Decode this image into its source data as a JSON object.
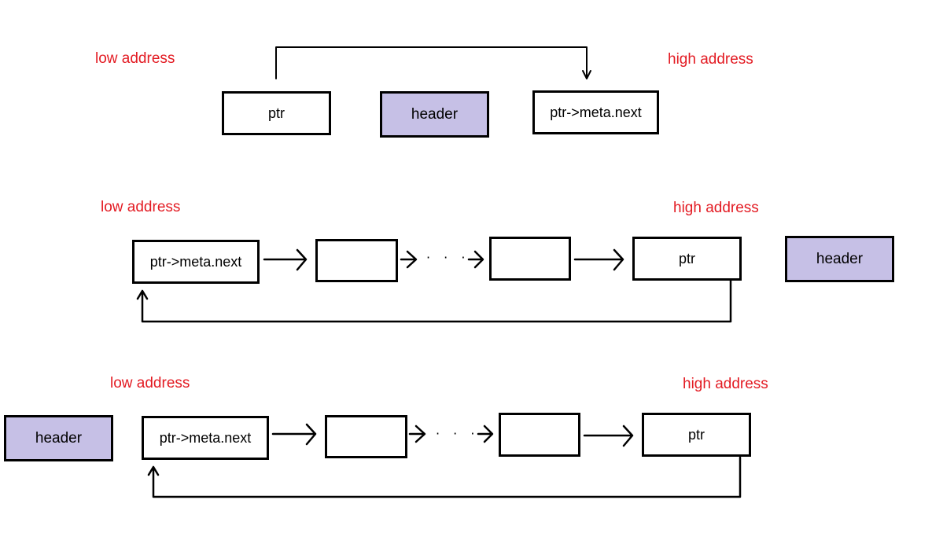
{
  "rows": [
    {
      "low_label": "low address",
      "high_label": "high address",
      "blocks": [
        "ptr",
        "header",
        "ptr->meta.next"
      ]
    },
    {
      "low_label": "low address",
      "high_label": "high address",
      "blocks": [
        "ptr->meta.next",
        "",
        "",
        "ptr",
        "header"
      ],
      "ellipsis": "· · · ·"
    },
    {
      "low_label": "low address",
      "high_label": "high address",
      "blocks": [
        "header",
        "ptr->meta.next",
        "",
        "",
        "ptr"
      ],
      "ellipsis": "· · · ·"
    }
  ],
  "colors": {
    "label": "#e31b23",
    "header_fill": "#c6c0e6",
    "line": "#000000"
  }
}
